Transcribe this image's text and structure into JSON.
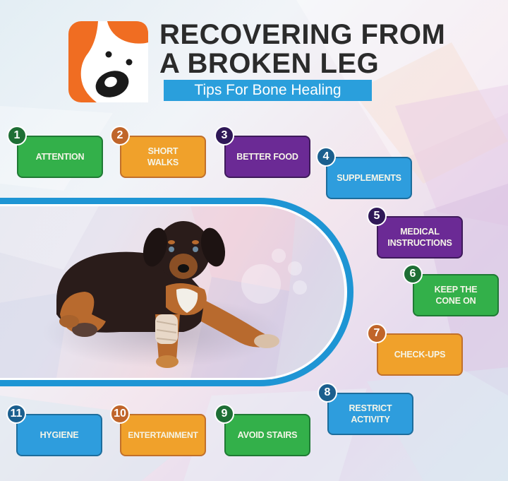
{
  "header": {
    "title_line1": "RECOVERING FROM",
    "title_line2": "A BROKEN LEG",
    "subtitle": "Tips For Bone Healing"
  },
  "logo": {
    "icon": "dog-face-logo",
    "colors": {
      "orange": "#f06d22",
      "black": "#1a1a1a",
      "white": "#ffffff"
    }
  },
  "image": {
    "subject": "puppy-with-bandaged-leg"
  },
  "tips": [
    {
      "number": "1",
      "label": "ATTENTION",
      "color": "green"
    },
    {
      "number": "2",
      "label": "SHORT WALKS",
      "color": "orange"
    },
    {
      "number": "3",
      "label": "BETTER FOOD",
      "color": "purple"
    },
    {
      "number": "4",
      "label": "SUPPLEMENTS",
      "color": "blue"
    },
    {
      "number": "5",
      "label": "MEDICAL INSTRUCTIONS",
      "color": "purple"
    },
    {
      "number": "6",
      "label": "KEEP THE CONE ON",
      "color": "green"
    },
    {
      "number": "7",
      "label": "CHECK-UPS",
      "color": "orange"
    },
    {
      "number": "8",
      "label": "RESTRICT ACTIVITY",
      "color": "blue"
    },
    {
      "number": "9",
      "label": "AVOID STAIRS",
      "color": "green"
    },
    {
      "number": "10",
      "label": "ENTERTAINMENT",
      "color": "orange"
    },
    {
      "number": "11",
      "label": "HYGIENE",
      "color": "blue"
    }
  ],
  "colors": {
    "green": "#33b04a",
    "orange": "#f0a12b",
    "purple": "#6b2a95",
    "blue": "#2e9ddd",
    "banner": "#2a9fdc",
    "frame": "#1e95d4"
  }
}
